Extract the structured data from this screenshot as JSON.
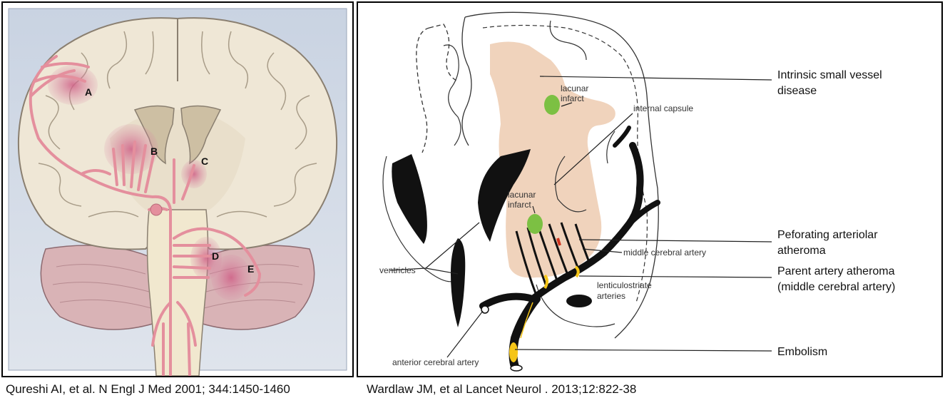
{
  "left_figure": {
    "labels": {
      "a": "A",
      "b": "B",
      "c": "C",
      "d": "D",
      "e": "E"
    },
    "citation": "Qureshi AI, et al. N Engl J Med 2001; 344:1450-1460"
  },
  "right_figure": {
    "small_labels": {
      "lacunar_infarct_top_1": "lacunar",
      "lacunar_infarct_top_2": "infarct",
      "internal_capsule": "internal capsule",
      "lacunar_infarct_mid_1": "lacunar",
      "lacunar_infarct_mid_2": "infarct",
      "middle_cerebral_artery": "middle cerebral artery",
      "ventricles": "ventricles",
      "lenticulostriate_1": "lenticulostriate",
      "lenticulostriate_2": "arteries",
      "anterior_cerebral_artery": "anterior cerebral artery"
    },
    "callouts": {
      "intrinsic_1": "Intrinsic small vessel",
      "intrinsic_2": "disease",
      "perforating_1": "Peforating arteriolar",
      "perforating_2": "atheroma",
      "parent_1": "Parent artery atheroma",
      "parent_2": "(middle cerebral artery)",
      "embolism": "Embolism"
    },
    "citation": "Wardlaw JM, et al Lancet Neurol . 2013;12:822-38"
  },
  "colors": {
    "brain_tissue": "#efe7d6",
    "artery": "#e89aa6",
    "infarct": "#d06a8a",
    "capsule_tan": "#f0d3bc",
    "lacunar_green": "#7cc043",
    "atheroma_yellow": "#f5c518"
  }
}
